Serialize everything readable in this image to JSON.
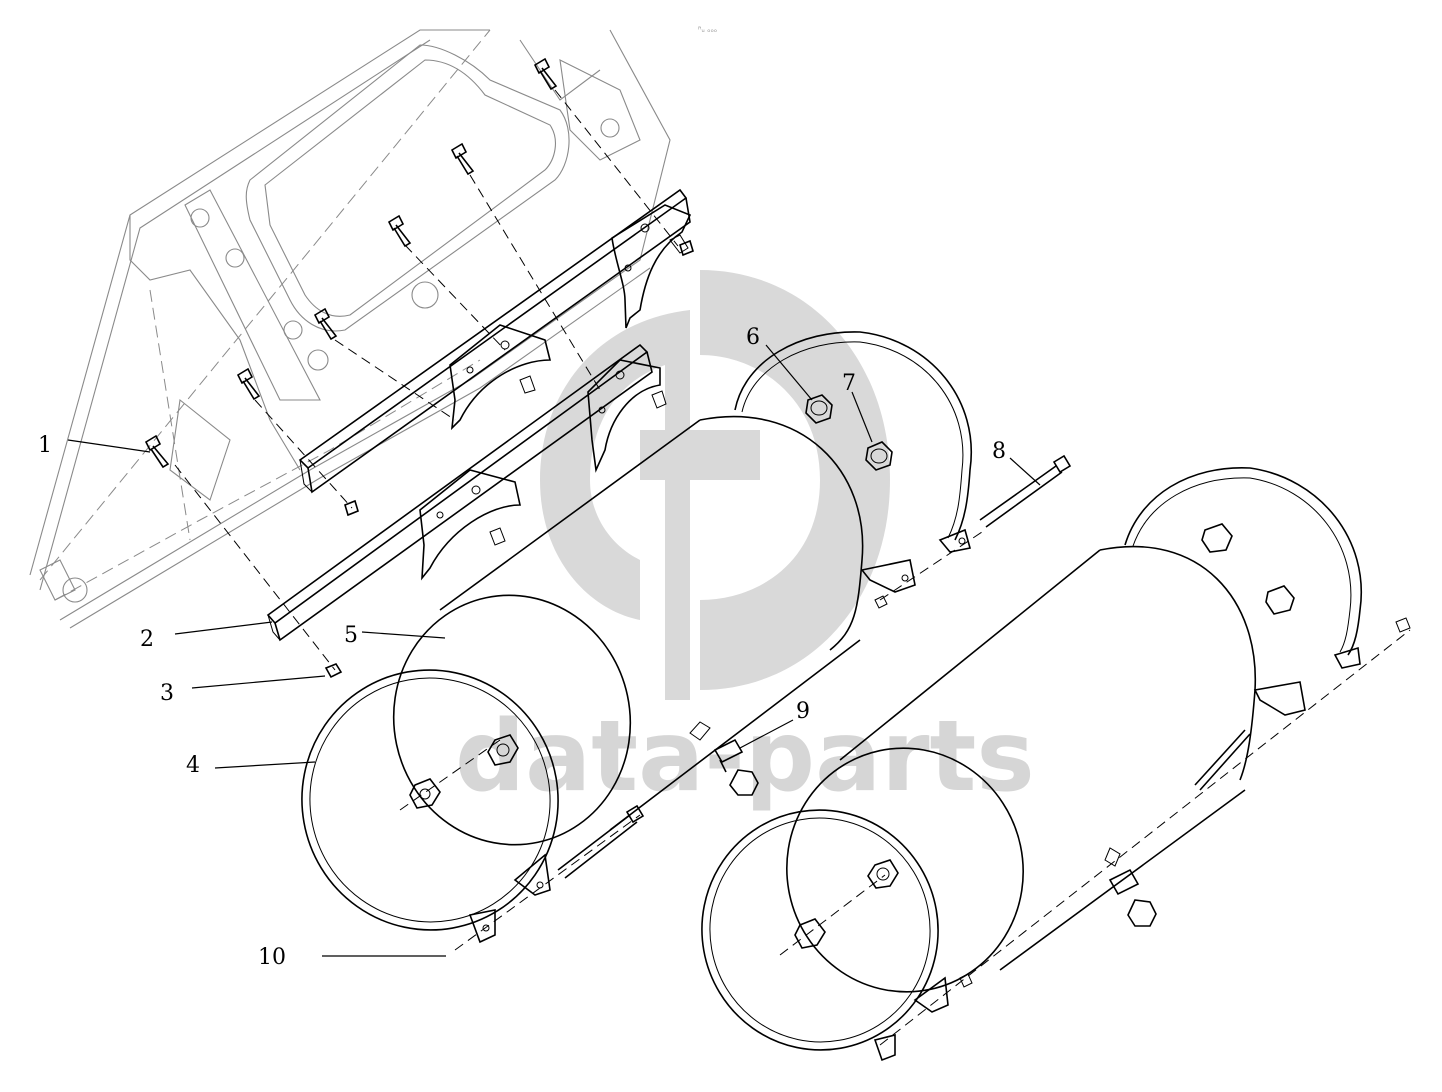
{
  "watermark": {
    "text": "data-parts",
    "color": "#d9d9d9"
  },
  "corner_mark": "ᴿᵤ ₒₒₒ",
  "callouts": {
    "c1": "1",
    "c2": "2",
    "c3": "3",
    "c4": "4",
    "c5": "5",
    "c6": "6",
    "c7": "7",
    "c8": "8",
    "c9": "9",
    "c10": "10"
  }
}
